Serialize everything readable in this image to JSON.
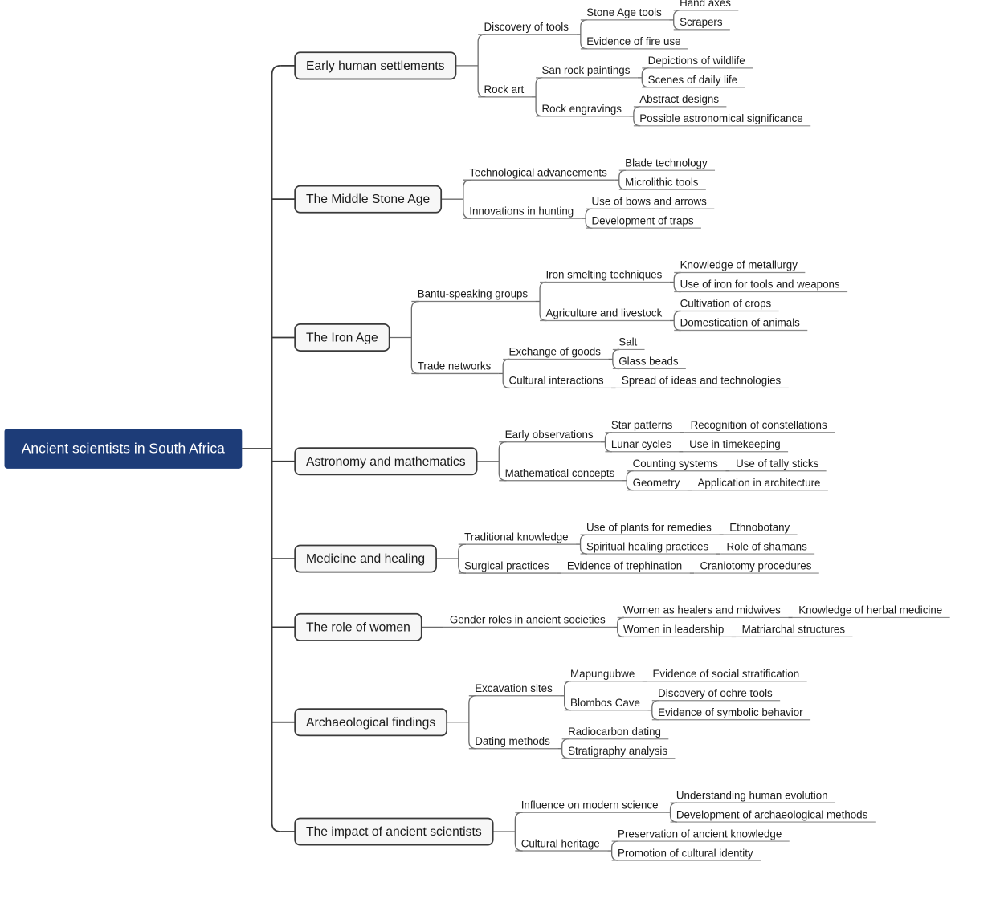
{
  "title": "Ancient scientists in South Africa",
  "colors": {
    "root_fill": "#1d3c78",
    "root_text": "#ffffff",
    "level1_fill": "#f7f7f7",
    "level1_stroke": "#3a3a3a",
    "edge": "#6b6b6b",
    "text": "#1a1a1a",
    "background": "#ffffff"
  },
  "root": {
    "label": "Ancient scientists in South Africa",
    "children": [
      {
        "label": "Early human settlements",
        "children": [
          {
            "label": "Discovery of tools",
            "children": [
              {
                "label": "Stone Age tools",
                "children": [
                  {
                    "label": "Hand axes",
                    "children": []
                  },
                  {
                    "label": "Scrapers",
                    "children": []
                  }
                ]
              },
              {
                "label": "Evidence of fire use",
                "children": []
              }
            ]
          },
          {
            "label": "Rock art",
            "children": [
              {
                "label": "San rock paintings",
                "children": [
                  {
                    "label": "Depictions of wildlife",
                    "children": []
                  },
                  {
                    "label": "Scenes of daily life",
                    "children": []
                  }
                ]
              },
              {
                "label": "Rock engravings",
                "children": [
                  {
                    "label": "Abstract designs",
                    "children": []
                  },
                  {
                    "label": "Possible astronomical significance",
                    "children": []
                  }
                ]
              }
            ]
          }
        ]
      },
      {
        "label": "The Middle Stone Age",
        "children": [
          {
            "label": "Technological advancements",
            "children": [
              {
                "label": "Blade technology",
                "children": []
              },
              {
                "label": "Microlithic tools",
                "children": []
              }
            ]
          },
          {
            "label": "Innovations in hunting",
            "children": [
              {
                "label": "Use of bows and arrows",
                "children": []
              },
              {
                "label": "Development of traps",
                "children": []
              }
            ]
          }
        ]
      },
      {
        "label": "The Iron Age",
        "children": [
          {
            "label": "Bantu-speaking groups",
            "children": [
              {
                "label": "Iron smelting techniques",
                "children": [
                  {
                    "label": "Knowledge of metallurgy",
                    "children": []
                  },
                  {
                    "label": "Use of iron for tools and weapons",
                    "children": []
                  }
                ]
              },
              {
                "label": "Agriculture and livestock",
                "children": [
                  {
                    "label": "Cultivation of crops",
                    "children": []
                  },
                  {
                    "label": "Domestication of animals",
                    "children": []
                  }
                ]
              }
            ]
          },
          {
            "label": "Trade networks",
            "children": [
              {
                "label": "Exchange of goods",
                "children": [
                  {
                    "label": "Salt",
                    "children": []
                  },
                  {
                    "label": "Glass beads",
                    "children": []
                  }
                ]
              },
              {
                "label": "Cultural interactions",
                "children": [
                  {
                    "label": "Spread of ideas and technologies",
                    "children": []
                  }
                ]
              }
            ]
          }
        ]
      },
      {
        "label": "Astronomy and mathematics",
        "children": [
          {
            "label": "Early observations",
            "children": [
              {
                "label": "Star patterns",
                "children": [
                  {
                    "label": "Recognition of constellations",
                    "children": []
                  }
                ]
              },
              {
                "label": "Lunar cycles",
                "children": [
                  {
                    "label": "Use in timekeeping",
                    "children": []
                  }
                ]
              }
            ]
          },
          {
            "label": "Mathematical concepts",
            "children": [
              {
                "label": "Counting systems",
                "children": [
                  {
                    "label": "Use of tally sticks",
                    "children": []
                  }
                ]
              },
              {
                "label": "Geometry",
                "children": [
                  {
                    "label": "Application in architecture",
                    "children": []
                  }
                ]
              }
            ]
          }
        ]
      },
      {
        "label": "Medicine and healing",
        "children": [
          {
            "label": "Traditional knowledge",
            "children": [
              {
                "label": "Use of plants for remedies",
                "children": [
                  {
                    "label": "Ethnobotany",
                    "children": []
                  }
                ]
              },
              {
                "label": "Spiritual healing practices",
                "children": [
                  {
                    "label": "Role of shamans",
                    "children": []
                  }
                ]
              }
            ]
          },
          {
            "label": "Surgical practices",
            "children": [
              {
                "label": "Evidence of trephination",
                "children": [
                  {
                    "label": "Craniotomy procedures",
                    "children": []
                  }
                ]
              }
            ]
          }
        ]
      },
      {
        "label": "The role of women",
        "children": [
          {
            "label": "Gender roles in ancient societies",
            "children": [
              {
                "label": "Women as healers and midwives",
                "children": [
                  {
                    "label": "Knowledge of herbal medicine",
                    "children": []
                  }
                ]
              },
              {
                "label": "Women in leadership",
                "children": [
                  {
                    "label": "Matriarchal structures",
                    "children": []
                  }
                ]
              }
            ]
          }
        ]
      },
      {
        "label": "Archaeological findings",
        "children": [
          {
            "label": "Excavation sites",
            "children": [
              {
                "label": "Mapungubwe",
                "children": [
                  {
                    "label": "Evidence of social stratification",
                    "children": []
                  }
                ]
              },
              {
                "label": "Blombos Cave",
                "children": [
                  {
                    "label": "Discovery of ochre tools",
                    "children": []
                  },
                  {
                    "label": "Evidence of symbolic behavior",
                    "children": []
                  }
                ]
              }
            ]
          },
          {
            "label": "Dating methods",
            "children": [
              {
                "label": "Radiocarbon dating",
                "children": []
              },
              {
                "label": "Stratigraphy analysis",
                "children": []
              }
            ]
          }
        ]
      },
      {
        "label": "The impact of ancient scientists",
        "children": [
          {
            "label": "Influence on modern science",
            "children": [
              {
                "label": "Understanding human evolution",
                "children": []
              },
              {
                "label": "Development of archaeological methods",
                "children": []
              }
            ]
          },
          {
            "label": "Cultural heritage",
            "children": [
              {
                "label": "Preservation of ancient knowledge",
                "children": []
              },
              {
                "label": "Promotion of cultural identity",
                "children": []
              }
            ]
          }
        ]
      }
    ]
  }
}
